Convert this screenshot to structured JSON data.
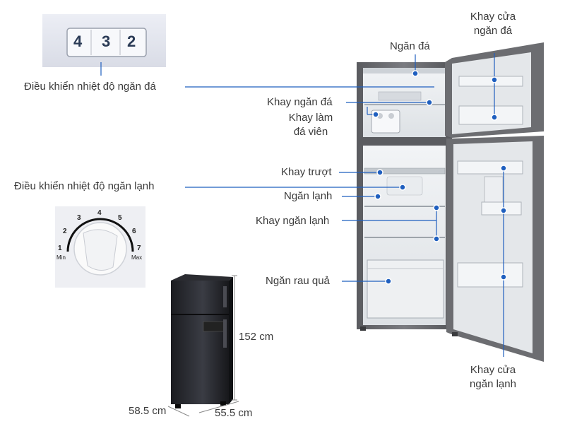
{
  "labels": {
    "freezer_temp_control": "Điều khiển nhiệt độ ngăn đá",
    "fridge_temp_control": "Điều  khiển nhiệt độ ngăn lạnh",
    "freezer_compartment": "Ngăn đá",
    "freezer_shelf": "Khay ngăn đá",
    "ice_tray_line1": "Khay làm",
    "ice_tray_line2": "đá viên",
    "sliding_shelf": "Khay trượt",
    "fridge_compartment": "Ngăn lạnh",
    "fridge_shelf": "Khay ngăn lạnh",
    "crisper": "Ngăn rau quả",
    "freezer_door_tray_line1": "Khay cửa",
    "freezer_door_tray_line2": "ngăn đá",
    "fridge_door_tray_line1": "Khay cửa",
    "fridge_door_tray_line2": "ngăn lạnh"
  },
  "dimensions": {
    "height": "152 cm",
    "width": "58.5 cm",
    "depth": "55.5 cm"
  },
  "freezer_dial": {
    "digits": [
      "4",
      "3",
      "2"
    ]
  },
  "fridge_dial": {
    "numbers": [
      "1",
      "2",
      "3",
      "4",
      "5",
      "6",
      "7"
    ],
    "min_label": "Min",
    "max_label": "Max"
  },
  "colors": {
    "accent": "#1f5fbf",
    "fridge_body": "#6e6f73",
    "fridge_interior": "#e8ebee"
  }
}
